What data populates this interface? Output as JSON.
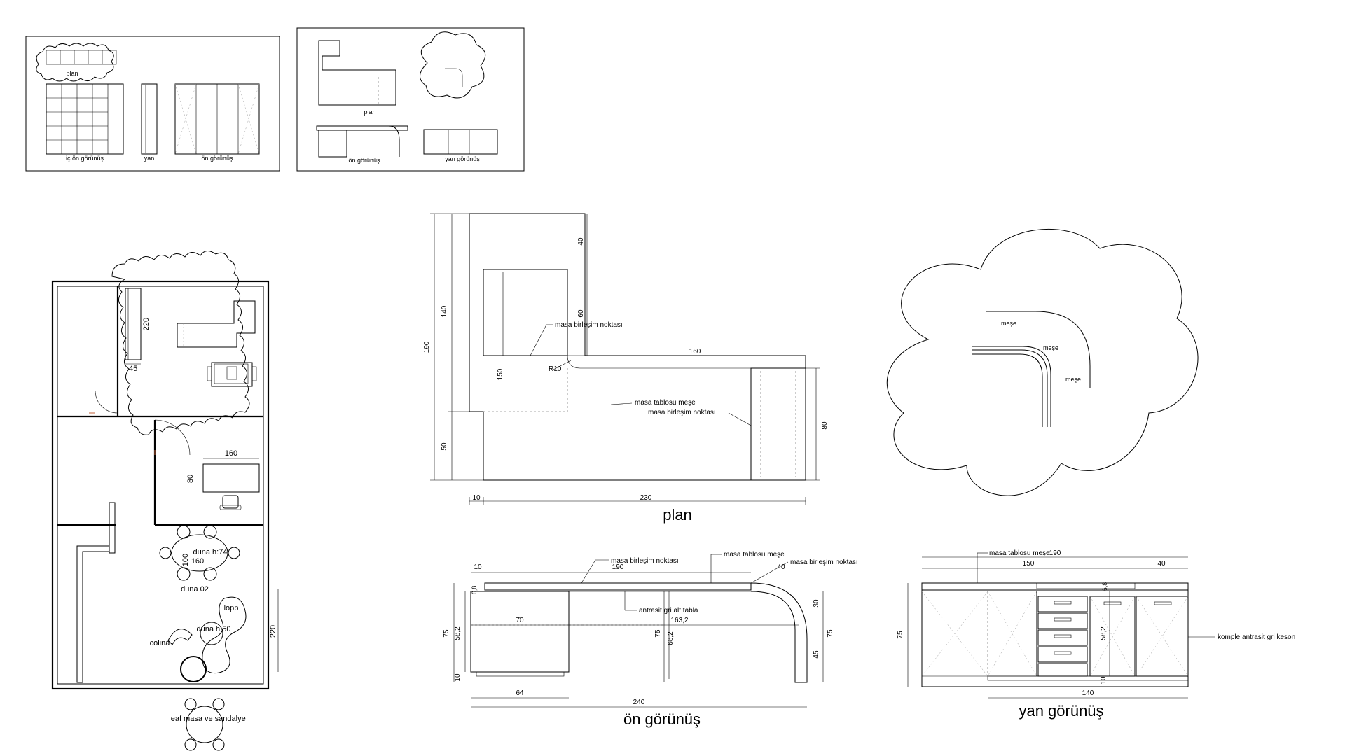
{
  "thumbnails": {
    "left": {
      "labels": {
        "plan": "plan",
        "inner_front": "iç ön görünüş",
        "side": "yan",
        "front": "ön görünüş"
      }
    },
    "right": {
      "labels": {
        "plan": "plan",
        "front": "ön görünüş",
        "side": "yan görünüş"
      }
    }
  },
  "floor_plan": {
    "dim_220_top": "220",
    "dim_45": "45",
    "dim_160": "160",
    "dim_80": "80",
    "table_w": "160",
    "table_h": "100",
    "duna_74": "duna h:74",
    "duna_02": "duna 02",
    "lopp": "lopp",
    "duna_50": "duna h:50",
    "colina": "colina",
    "dim_220_right": "220",
    "leaf": "leaf masa ve sandalye"
  },
  "plan_view": {
    "title": "plan",
    "dim_190": "190",
    "dim_140": "140",
    "dim_40": "40",
    "dim_60": "60",
    "dim_150": "150",
    "dim_50": "50",
    "dim_160": "160",
    "dim_80": "80",
    "dim_10": "10",
    "dim_230": "230",
    "radius": "R10",
    "joint_1": "masa birleşim noktası",
    "top_label": "masa tablosu meşe",
    "joint_2": "masa birleşim noktası"
  },
  "detail_view": {
    "labels": [
      "meşe",
      "meşe",
      "meşe"
    ]
  },
  "front_view": {
    "title": "ön görünüş",
    "joint_a": "masa birleşim noktası",
    "top_label": "masa tablosu meşe",
    "joint_b": "masa birleşim noktası",
    "bottom_label": "antrasit gri alt tabla",
    "dim_10": "10",
    "dim_190": "190",
    "dim_40": "40",
    "dim_6_8": "6,8",
    "dim_30": "30",
    "dim_70": "70",
    "dim_163_2": "163,2",
    "dim_75a": "75",
    "dim_58_2": "58,2",
    "dim_75b": "75",
    "dim_68_2": "68,2",
    "dim_75c": "75",
    "dim_45": "45",
    "dim_10b": "10",
    "dim_64": "64",
    "dim_240": "240"
  },
  "side_view": {
    "title": "yan görünüş",
    "top_label": "masa tablosu meşe",
    "dim_190": "190",
    "dim_150": "150",
    "dim_40": "40",
    "dim_6_8": "6,8",
    "dim_75": "75",
    "dim_58_2": "58,2",
    "dim_10": "10",
    "dim_140": "140",
    "cabinet_label": "komple antrasit gri keson"
  }
}
